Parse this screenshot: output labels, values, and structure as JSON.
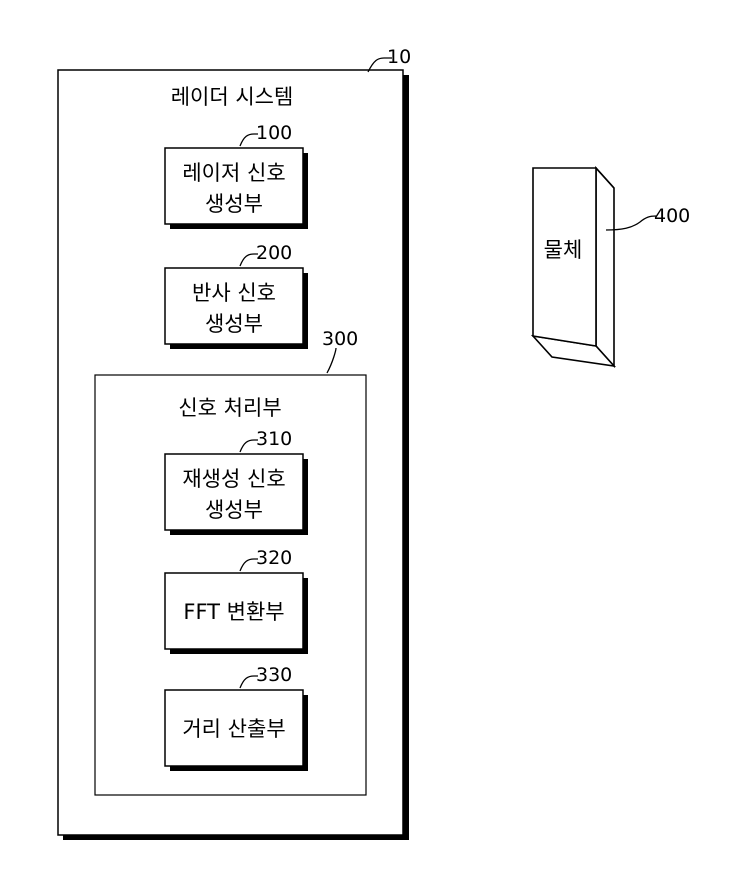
{
  "system": {
    "title": "레이더 시스템",
    "ref": "10"
  },
  "blocks": {
    "laser": {
      "line1": "레이저 신호",
      "line2": "생성부",
      "ref": "100"
    },
    "reflect": {
      "line1": "반사 신호",
      "line2": "생성부",
      "ref": "200"
    },
    "processor": {
      "title": "신호 처리부",
      "ref": "300"
    },
    "regen": {
      "line1": "재생성 신호",
      "line2": "생성부",
      "ref": "310"
    },
    "fft": {
      "line1": "FFT 변환부",
      "ref": "320"
    },
    "distance": {
      "line1": "거리 산출부",
      "ref": "330"
    }
  },
  "object": {
    "label": "물체",
    "ref": "400"
  }
}
